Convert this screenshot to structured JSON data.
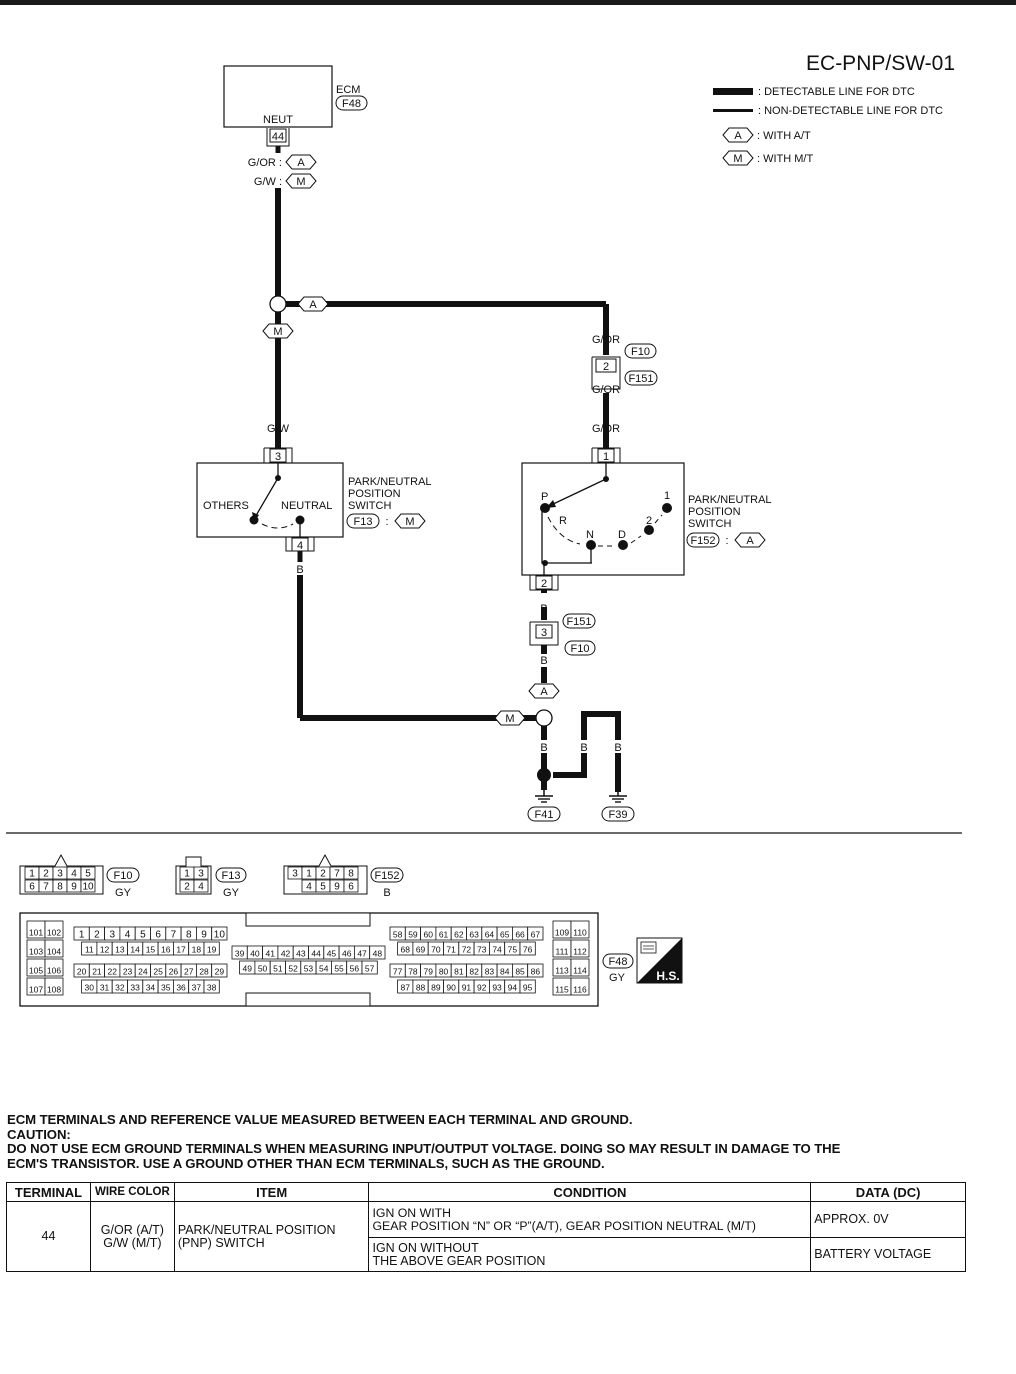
{
  "diagram": {
    "code": "EC-PNP/SW-01",
    "legend": [
      {
        "key": "detectable",
        "text": ": DETECTABLE LINE FOR DTC"
      },
      {
        "key": "non_detectable",
        "text": ": NON-DETECTABLE LINE FOR DTC"
      },
      {
        "key": "at",
        "symbol": "A",
        "text": ": WITH A/T"
      },
      {
        "key": "mt",
        "symbol": "M",
        "text": ": WITH M/T"
      }
    ],
    "ecm": {
      "label": "ECM",
      "connector": "F48",
      "pin_label": "NEUT",
      "pin": "44",
      "wire_at": "G/OR :",
      "wire_mt": "G/W :"
    },
    "symbols": {
      "a": "A",
      "m": "M"
    },
    "mt_switch": {
      "title_lines": [
        "PARK/NEUTRAL",
        "POSITION",
        "SWITCH"
      ],
      "connector": "F13",
      "sep": ":",
      "pin_in": "3",
      "pin_out": "4",
      "others": "OTHERS",
      "neutral": "NEUTRAL",
      "wire_in": "G/W",
      "wire_out": "B"
    },
    "at_switch": {
      "title_lines": [
        "PARK/NEUTRAL",
        "POSITION",
        "SWITCH"
      ],
      "connector": "F152",
      "sep": ":",
      "pin_in": "1",
      "pin_out": "2",
      "positions": [
        "P",
        "R",
        "N",
        "D",
        "2",
        "1"
      ],
      "wire_in": "G/OR",
      "wire_out": "B"
    },
    "harness": {
      "wire_upper": "G/OR",
      "pin_upper": "2",
      "conn_f10": "F10",
      "conn_f151": "F151",
      "wire_lower": "G/OR",
      "wire_b": "B",
      "pin_lower": "3"
    },
    "grounds": [
      {
        "label": "F41"
      },
      {
        "label": "F39"
      }
    ],
    "ground_wire": "B"
  },
  "connectors": {
    "f10": {
      "name": "F10",
      "color": "GY",
      "top": [
        "1",
        "2",
        "3",
        "4",
        "5"
      ],
      "bottom": [
        "6",
        "7",
        "8",
        "9",
        "10"
      ]
    },
    "f13": {
      "name": "F13",
      "color": "GY",
      "top": [
        "1",
        "3"
      ],
      "bottom": [
        "2",
        "4"
      ]
    },
    "f152": {
      "name": "F152",
      "color": "B",
      "top": [
        "3",
        "1",
        "2",
        "7",
        "8"
      ],
      "bottom": [
        "4",
        "5",
        "9",
        "6"
      ]
    },
    "f48": {
      "name": "F48",
      "color": "GY",
      "hs": "H.S.",
      "left_pairs": [
        [
          "101",
          "102"
        ],
        [
          "103",
          "104"
        ],
        [
          "105",
          "106"
        ],
        [
          "107",
          "108"
        ]
      ],
      "right_pairs": [
        [
          "109",
          "110"
        ],
        [
          "111",
          "112"
        ],
        [
          "113",
          "114"
        ],
        [
          "115",
          "116"
        ]
      ],
      "blockA_rows": [
        [
          "1",
          "2",
          "3",
          "4",
          "5",
          "6",
          "7",
          "8",
          "9",
          "10"
        ],
        [
          "11",
          "12",
          "13",
          "14",
          "15",
          "16",
          "17",
          "18",
          "19"
        ],
        [
          "20",
          "21",
          "22",
          "23",
          "24",
          "25",
          "26",
          "27",
          "28",
          "29"
        ],
        [
          "30",
          "31",
          "32",
          "33",
          "34",
          "35",
          "36",
          "37",
          "38"
        ]
      ],
      "blockB_rows": [
        [
          "39",
          "40",
          "41",
          "42",
          "43",
          "44",
          "45",
          "46",
          "47",
          "48"
        ],
        [
          "49",
          "50",
          "51",
          "52",
          "53",
          "54",
          "55",
          "56",
          "57"
        ]
      ],
      "blockC_rows": [
        [
          "58",
          "59",
          "60",
          "61",
          "62",
          "63",
          "64",
          "65",
          "66",
          "67"
        ],
        [
          "68",
          "69",
          "70",
          "71",
          "72",
          "73",
          "74",
          "75",
          "76"
        ],
        [
          "77",
          "78",
          "79",
          "80",
          "81",
          "82",
          "83",
          "84",
          "85",
          "86"
        ],
        [
          "87",
          "88",
          "89",
          "90",
          "91",
          "92",
          "93",
          "94",
          "95"
        ]
      ]
    }
  },
  "caption": [
    "ECM TERMINALS AND REFERENCE VALUE MEASURED BETWEEN EACH TERMINAL AND GROUND.",
    "CAUTION:",
    "DO NOT USE ECM GROUND TERMINALS WHEN MEASURING INPUT/OUTPUT VOLTAGE. DOING SO MAY RESULT IN DAMAGE TO THE",
    "ECM'S TRANSISTOR. USE A GROUND OTHER THAN ECM TERMINALS, SUCH AS THE GROUND."
  ],
  "table": {
    "headers": {
      "terminal": "TERMINAL",
      "wire_color": "WIRE COLOR",
      "item": "ITEM",
      "condition": "CONDITION",
      "data": "DATA (DC)"
    },
    "terminal": "44",
    "wire_color": [
      "G/OR (A/T)",
      "G/W (M/T)"
    ],
    "item": [
      "PARK/NEUTRAL POSITION",
      "(PNP) SWITCH"
    ],
    "rows": [
      {
        "condition": [
          "IGN ON WITH",
          "GEAR POSITION “N” OR “P”(A/T), GEAR POSITION NEUTRAL (M/T)"
        ],
        "data": "APPROX. 0V"
      },
      {
        "condition": [
          "IGN ON WITHOUT",
          "THE ABOVE GEAR POSITION"
        ],
        "data": "BATTERY VOLTAGE"
      }
    ]
  }
}
